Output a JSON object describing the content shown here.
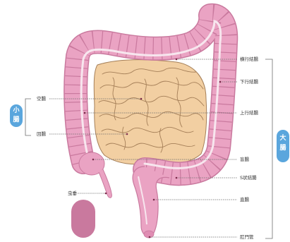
{
  "title": "",
  "groups": {
    "small_intestine": {
      "label": "小腸",
      "color": "#5aa6dd"
    },
    "large_intestine": {
      "label": "大腸",
      "color": "#5aa6dd"
    }
  },
  "left_labels": [
    {
      "id": "jejunum",
      "text": "空腸"
    },
    {
      "id": "ileum",
      "text": "回腸"
    },
    {
      "id": "appendix",
      "text": "虫垂"
    }
  ],
  "right_labels": [
    {
      "id": "transverse-colon",
      "text": "横行結腸"
    },
    {
      "id": "descending-colon",
      "text": "下行結腸"
    },
    {
      "id": "ascending-colon",
      "text": "上行結腸"
    },
    {
      "id": "cecum",
      "text": "盲腸"
    },
    {
      "id": "sigmoid-colon",
      "text": "S状結腸"
    },
    {
      "id": "rectum",
      "text": "直腸"
    },
    {
      "id": "anus",
      "text": "肛門管"
    }
  ],
  "colors": {
    "colon_fill": "#eaa3c3",
    "colon_dark": "#c9799e",
    "colon_stripe": "#f7e6ee",
    "small_fill": "#f2cfa2",
    "small_line": "#a57f58",
    "badge": "#5aa6dd"
  }
}
